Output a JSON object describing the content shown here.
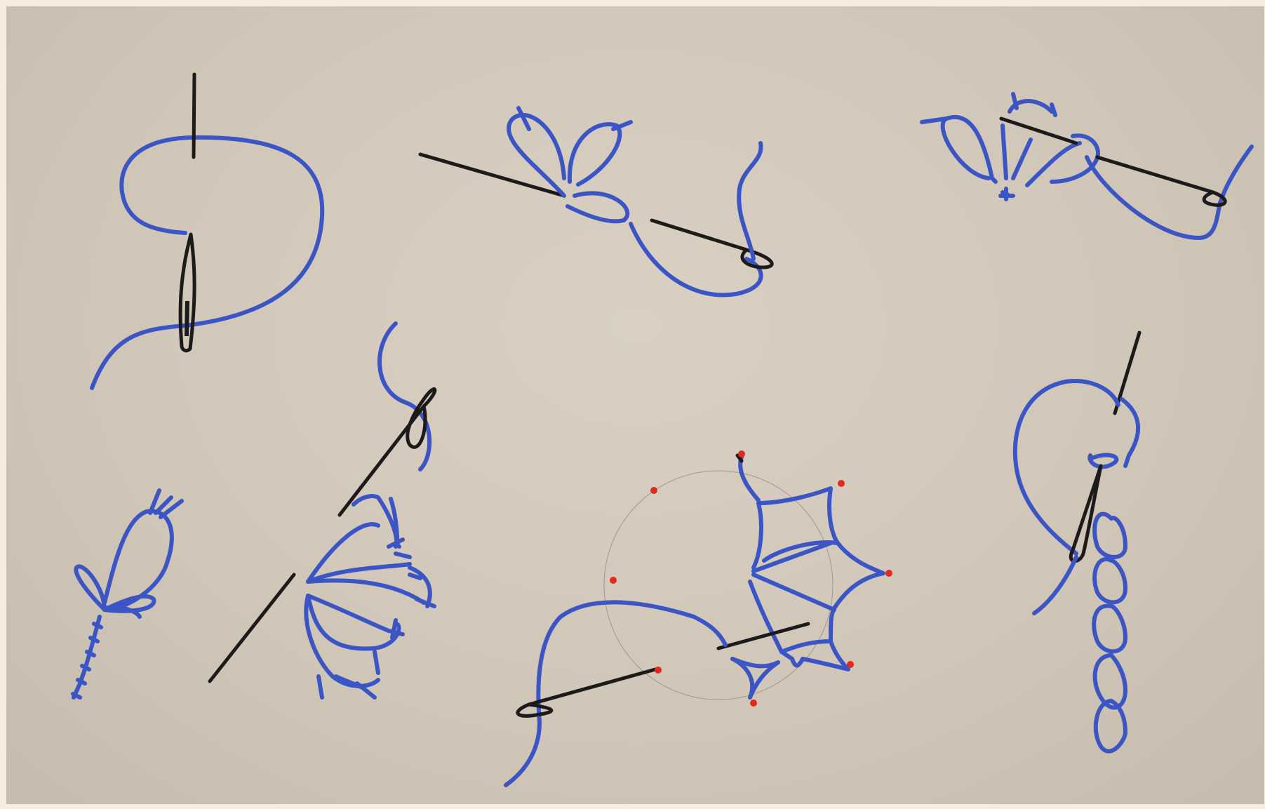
{
  "colors": {
    "background": "#d4cabd",
    "thread": "#3b55c4",
    "needle": "#1c1a1a",
    "marker": "#e02a1c"
  },
  "diagrams": [
    {
      "id": "loop-stitch",
      "icon": "needle-through-loop"
    },
    {
      "id": "lazy-daisy-petals",
      "icon": "needle-with-petals"
    },
    {
      "id": "fan-petals",
      "icon": "needle-with-fan"
    },
    {
      "id": "tassel-stitch",
      "icon": "tassel"
    },
    {
      "id": "half-flower",
      "icon": "needle-with-half-flower"
    },
    {
      "id": "star-in-circle",
      "icon": "circle-template-with-dots"
    },
    {
      "id": "chain-stitch",
      "icon": "needle-with-chain"
    }
  ]
}
